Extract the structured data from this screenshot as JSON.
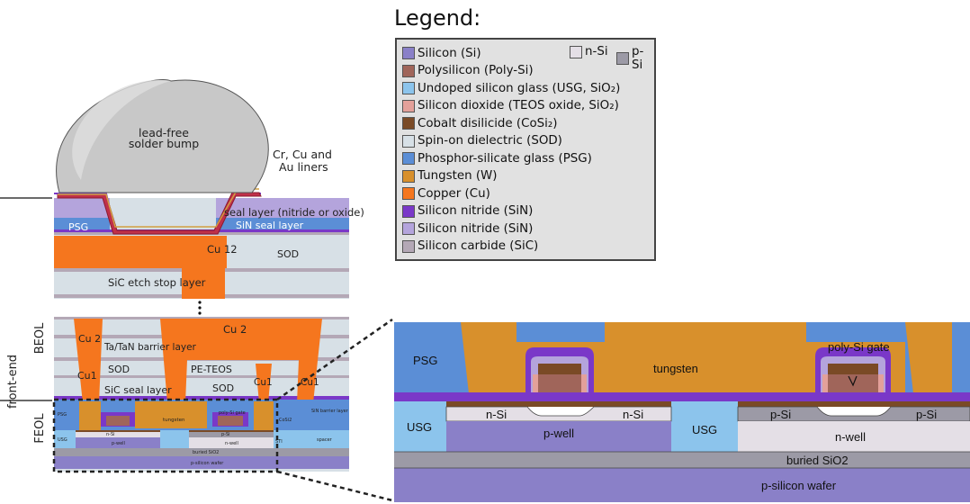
{
  "legend": {
    "title": "Legend:",
    "items": [
      {
        "label": "Silicon (Si)",
        "color": "#8a80c8"
      },
      {
        "label": "Polysilicon (Poly-Si)",
        "color": "#a0655a"
      },
      {
        "label": "Undoped silicon glass (USG, SiO₂)",
        "color": "#8cc4ec"
      },
      {
        "label": "Silicon dioxide (TEOS oxide, SiO₂)",
        "color": "#e3a09a"
      },
      {
        "label": "Cobalt disilicide (CoSi₂)",
        "color": "#7a4a26"
      },
      {
        "label": "Spin-on dielectric (SOD)",
        "color": "#d7e0e6"
      },
      {
        "label": "Phosphor-silicate glass (PSG)",
        "color": "#5b8ed6"
      },
      {
        "label": "Tungsten (W)",
        "color": "#d8902c"
      },
      {
        "label": "Copper (Cu)",
        "color": "#f5761e"
      },
      {
        "label": "Silicon nitride (SiN)",
        "color": "#7a38c8"
      },
      {
        "label": "Silicon nitride (SiN)",
        "color": "#b4a4dc"
      },
      {
        "label": "Silicon carbide (SiC)",
        "color": "#b4a8b6"
      }
    ],
    "n_si": {
      "label": "n-Si",
      "color": "#e4dfe6"
    },
    "p_si": {
      "label": "p-Si",
      "color": "#9c9aa6"
    }
  },
  "labels": {
    "bump": "lead-free\nsolder bump",
    "liners": "Cr, Cu and\nAu liners",
    "seal_layer": "seal layer (nitride or oxide)",
    "psg": "PSG",
    "sin_seal": "SiN seal layer",
    "cu12": "Cu 12",
    "sod": "SOD",
    "sic_etch": "SiC etch stop layer",
    "beol": "BEOL",
    "front_end": "front-end",
    "feol": "FEOL",
    "cu2_left": "Cu 2",
    "cu2_mid": "Cu 2",
    "barrier": "Ta/TaN barrier layer",
    "cu1_left": "Cu1",
    "sod_small": "SOD",
    "pe_teos": "PE-TEOS",
    "cu1_mid": "Cu1",
    "cu1_right": "Cu1",
    "sic_seal": "SiC seal layer",
    "sod_small2": "SOD",
    "tungsten_small": "tungsten",
    "polygate_small": "poly-Si gate",
    "cosi2_small": "CoSi2",
    "sin_barrier_small": "SiN barrier layer",
    "usg_small": "USG",
    "psg_small": "PSG",
    "nsi_small": "n-Si",
    "psi_small": "p-Si",
    "sti_small": "STI",
    "spacer_small": "spacer",
    "pwell_small": "p-well",
    "nwell_small": "n-well",
    "buried_small": "buried SiO2",
    "wafer_small": "p-silicon wafer"
  },
  "detail": {
    "psg": "PSG",
    "tungsten": "tungsten",
    "poly_gate": "poly-Si gate",
    "usg_left": "USG",
    "usg_mid": "USG",
    "nsi_a": "n-Si",
    "nsi_b": "n-Si",
    "psi_a": "p-Si",
    "psi_b": "p-Si",
    "pwell": "p-well",
    "nwell": "n-well",
    "buried": "buried SiO2",
    "wafer": "p-silicon wafer"
  }
}
